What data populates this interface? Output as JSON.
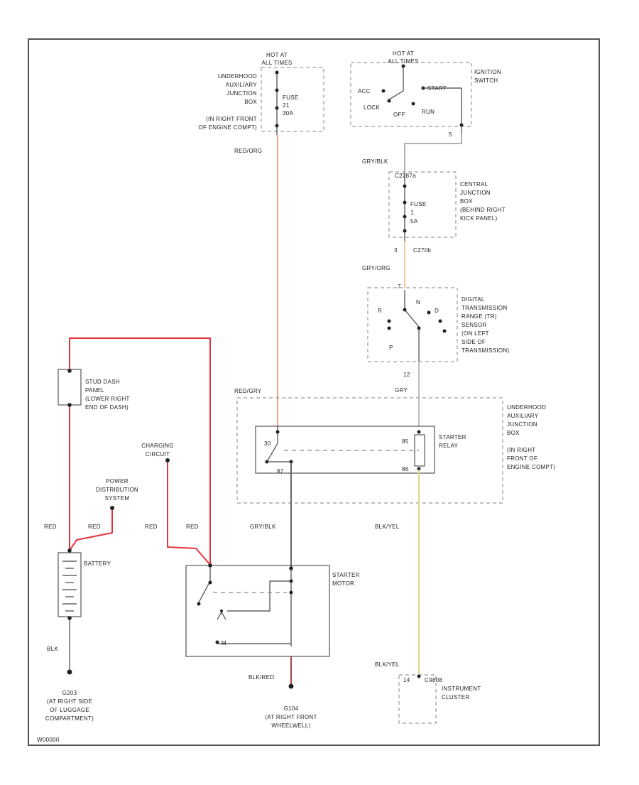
{
  "diagram": {
    "figure_id": "W00000",
    "labels": {
      "hot_at_all_times": [
        "HOT AT",
        "ALL TIMES"
      ],
      "uaj_top": [
        "UNDERHOOD",
        "AUXILIARY",
        "JUNCTION",
        "BOX",
        "(IN RIGHT FRONT",
        "OF ENGINE COMPT)"
      ],
      "fuse_top": [
        "FUSE",
        "21",
        "30A"
      ],
      "hot_in_start": [
        "HOT AT",
        "ALL TIMES"
      ],
      "ign_switch": [
        "IGNITION",
        "SWITCH"
      ],
      "ign_positions": {
        "acc": "ACC",
        "start": "START",
        "lock": "LOCK",
        "off": "OFF",
        "run": "RUN"
      },
      "cjb": [
        "CENTRAL",
        "JUNCTION",
        "BOX",
        "(BEHIND RIGHT",
        "KICK PANEL)"
      ],
      "fuse_cjb": [
        "FUSE",
        "1",
        "5A"
      ],
      "cjb_conn_top": "C2287a",
      "cjb_conn_bottom": "C270b",
      "cjb_pin_bottom": "3",
      "dtrs": [
        "DIGITAL",
        "TRANSMISSION",
        "RANGE (TR)",
        "SENSOR",
        "(ON LEFT",
        "SIDE OF",
        "TRANSMISSION)"
      ],
      "dtrs_pins": {
        "top": "7",
        "left": "R",
        "right": "D",
        "bottom": "12",
        "p": "P"
      },
      "dtrs_side": "N",
      "uaj_relay": [
        "UNDERHOOD",
        "AUXILIARY",
        "JUNCTION",
        "BOX",
        "(IN RIGHT",
        "FRONT OF",
        "ENGINE COMPT)"
      ],
      "starter_relay": [
        "STARTER",
        "RELAY"
      ],
      "relay_pins": {
        "p30": "30",
        "p87": "87",
        "p85": "85",
        "p86": "86"
      },
      "stud_dash": [
        "STUD DASH",
        "PANEL",
        "(LOWER RIGHT",
        "END OF DASH)"
      ],
      "charging_circuit": [
        "CHARGING",
        "CIRCUIT"
      ],
      "power_dist": [
        "POWER",
        "DISTRIBUTION",
        "SYSTEM"
      ],
      "battery": "BATTERY",
      "starter_motor": [
        "STARTER",
        "MOTOR"
      ],
      "motor_pin": "M",
      "g203": [
        "G203",
        "(AT RIGHT SIDE",
        "OF LUGGAGE",
        "COMPARTMENT)"
      ],
      "g104": [
        "G104",
        "(AT RIGHT FRONT",
        "WHEELWELL)"
      ],
      "instrument_cluster": [
        "INSTRUMENT",
        "CLUSTER"
      ],
      "ic_conn": "C9808",
      "ic_pin": "14",
      "ign_pin": "5"
    },
    "wires": {
      "red_org": "RED/ORG",
      "gry_blk": "GRY/BLK",
      "gry_org": "GRY/ORG",
      "gry": "GRY",
      "red_gry": "RED/GRY",
      "gry_blk2": "GRY/BLK",
      "blk_yel": "BLK/YEL",
      "blk_yel2": "BLK/YEL",
      "red1": "RED",
      "red2": "RED",
      "red3": "RED",
      "red4": "RED",
      "blk": "BLK",
      "blk_red": "BLK/RED"
    },
    "colors": {
      "red": "#e8323a",
      "orange": "#f0a07a",
      "yellow": "#c7cf86",
      "gray": "#8a8a8a",
      "frame": "#555555"
    }
  }
}
